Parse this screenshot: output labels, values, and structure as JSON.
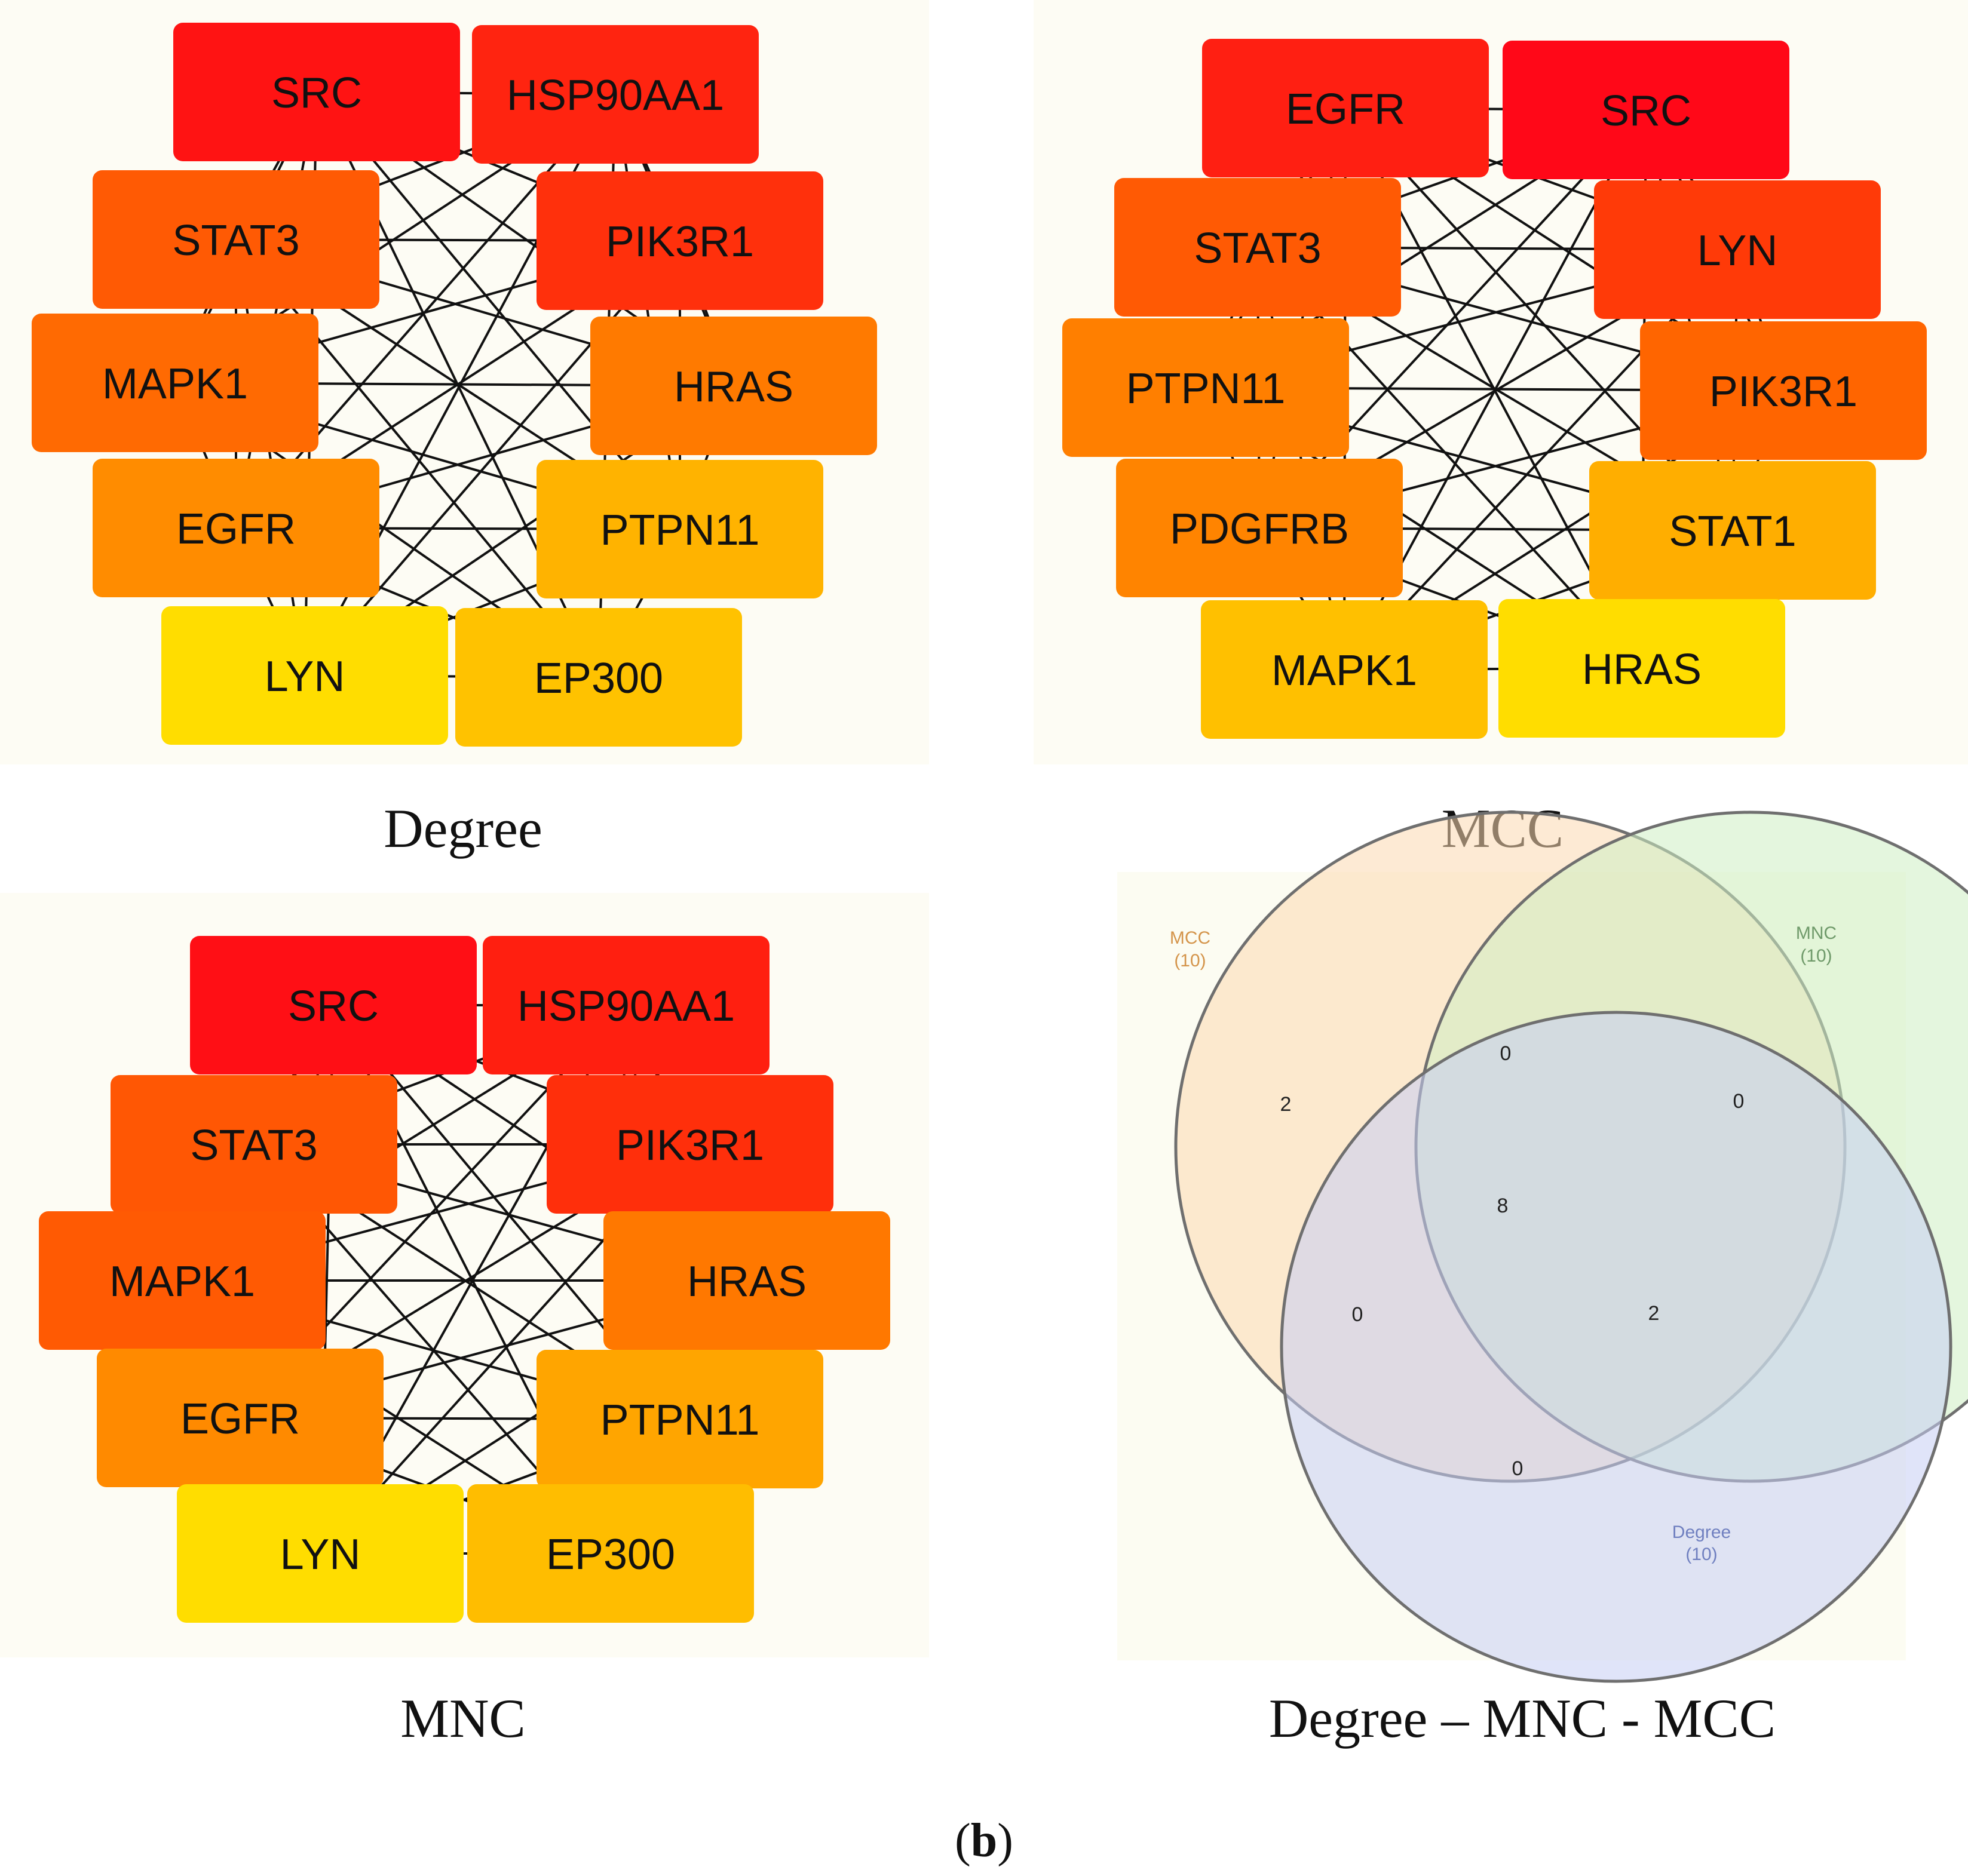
{
  "networks": [
    {
      "caption": "Degree",
      "nodes": [
        {
          "label": "SRC",
          "color": "#ff1313"
        },
        {
          "label": "HSP90AA1",
          "color": "#ff2410"
        },
        {
          "label": "STAT3",
          "color": "#ff5a04"
        },
        {
          "label": "PIK3R1",
          "color": "#ff300c"
        },
        {
          "label": "MAPK1",
          "color": "#ff6a02"
        },
        {
          "label": "HRAS",
          "color": "#ff7a00"
        },
        {
          "label": "EGFR",
          "color": "#ff8c00"
        },
        {
          "label": "PTPN11",
          "color": "#ffb300"
        },
        {
          "label": "LYN",
          "color": "#ffdd00"
        },
        {
          "label": "EP300",
          "color": "#ffc200"
        }
      ]
    },
    {
      "caption": "MCC",
      "nodes": [
        {
          "label": "EGFR",
          "color": "#ff1f12"
        },
        {
          "label": "SRC",
          "color": "#ff0818"
        },
        {
          "label": "STAT3",
          "color": "#ff5a04"
        },
        {
          "label": "LYN",
          "color": "#ff3a08"
        },
        {
          "label": "PTPN11",
          "color": "#ff7f00"
        },
        {
          "label": "PIK3R1",
          "color": "#ff6500"
        },
        {
          "label": "PDGFRB",
          "color": "#ff8400"
        },
        {
          "label": "STAT1",
          "color": "#ffae00"
        },
        {
          "label": "MAPK1",
          "color": "#ffc000"
        },
        {
          "label": "HRAS",
          "color": "#ffdd00"
        }
      ]
    },
    {
      "caption": "MNC",
      "nodes": [
        {
          "label": "SRC",
          "color": "#ff0f15"
        },
        {
          "label": "HSP90AA1",
          "color": "#ff1f10"
        },
        {
          "label": "STAT3",
          "color": "#ff5704"
        },
        {
          "label": "PIK3R1",
          "color": "#ff2f0b"
        },
        {
          "label": "MAPK1",
          "color": "#ff5a03"
        },
        {
          "label": "HRAS",
          "color": "#ff7800"
        },
        {
          "label": "EGFR",
          "color": "#ff8a00"
        },
        {
          "label": "PTPN11",
          "color": "#ffa500"
        },
        {
          "label": "LYN",
          "color": "#ffdd00"
        },
        {
          "label": "EP300",
          "color": "#ffbd00"
        }
      ]
    }
  ],
  "venn": {
    "caption": "Degree – MNC - MCC",
    "sets": [
      {
        "name": "MCC",
        "size": "(10)",
        "fill": "#fcd9b0",
        "text_color": "#d4944a"
      },
      {
        "name": "MNC",
        "size": "(10)",
        "fill": "#cdefc3",
        "text_color": "#6f9a6a"
      },
      {
        "name": "Degree",
        "size": "(10)",
        "fill": "#c7cdf4",
        "text_color": "#7080c0"
      }
    ],
    "regions": {
      "mcc_only": "2",
      "mcc_mnc": "0",
      "mnc_only": "0",
      "all": "8",
      "mcc_degree": "0",
      "mnc_degree": "2",
      "degree_only": "0"
    }
  },
  "part_label": {
    "open": "(",
    "letter": "b",
    "close": ")"
  }
}
